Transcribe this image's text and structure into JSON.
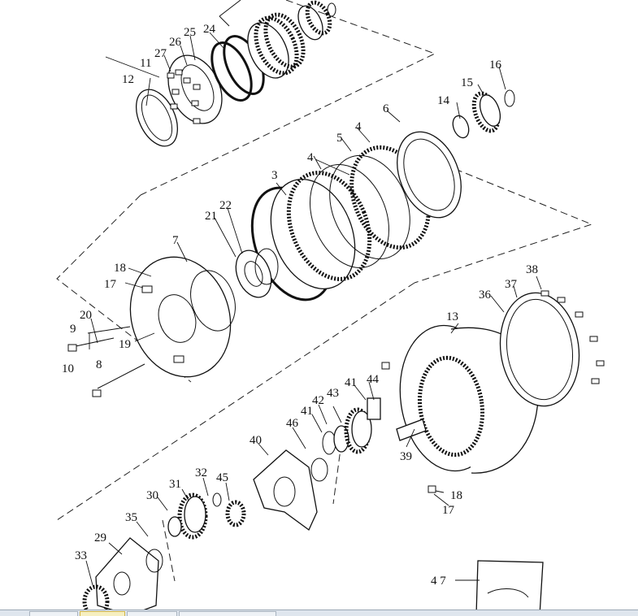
{
  "diagram": {
    "callouts": {
      "c3": "3",
      "c4a": "4",
      "c4b": "4",
      "c5": "5",
      "c6": "6",
      "c7": "7",
      "c8": "8",
      "c9": "9",
      "c10": "10",
      "c11": "11",
      "c12": "12",
      "c13": "13",
      "c14": "14",
      "c15": "15",
      "c16": "16",
      "c17a": "17",
      "c17b": "17",
      "c18a": "18",
      "c18b": "18",
      "c19": "19",
      "c20": "20",
      "c21": "21",
      "c22": "22",
      "c24": "24",
      "c25": "25",
      "c26": "26",
      "c27": "27",
      "c29": "29",
      "c30": "30",
      "c31": "31",
      "c32": "32",
      "c33": "33",
      "c35": "35",
      "c36": "36",
      "c37": "37",
      "c38": "38",
      "c39": "39",
      "c40": "40",
      "c41a": "41",
      "c41b": "41",
      "c42": "42",
      "c43": "43",
      "c44": "44",
      "c45": "45",
      "c46": "46",
      "c47": "4 7"
    }
  },
  "taskbar": {
    "buttons": 4
  }
}
